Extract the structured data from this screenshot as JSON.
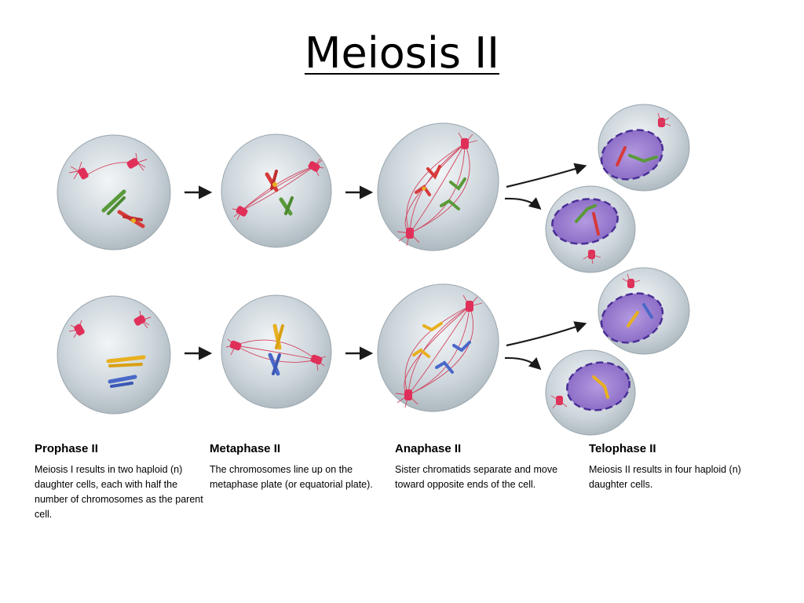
{
  "title": "Meiosis II",
  "colors": {
    "cell_fill": "#c9d2d8",
    "cell_edge": "#9aa6ae",
    "spindle": "#d2455f",
    "centrosome": "#e0305a",
    "nucleus": "#8e72c8",
    "nucleus_edge": "#4a2e96",
    "chrom_red": "#d63a3a",
    "chrom_green": "#5a9a3a",
    "chrom_yellow": "#e8b020",
    "chrom_blue": "#4a68c8",
    "arrow": "#1a1a1a"
  },
  "stages": [
    {
      "name": "Prophase II",
      "description": "Meiosis I results in two haploid (n) daughter cells, each with half the number of chromosomes as the parent cell."
    },
    {
      "name": "Metaphase II",
      "description": "The chromosomes line up on the metaphase plate (or equatorial plate)."
    },
    {
      "name": "Anaphase II",
      "description": "Sister chromatids separate and move toward opposite ends of the cell."
    },
    {
      "name": "Telophase II",
      "description": "Meiosis II results in four haploid (n) daughter cells."
    }
  ]
}
